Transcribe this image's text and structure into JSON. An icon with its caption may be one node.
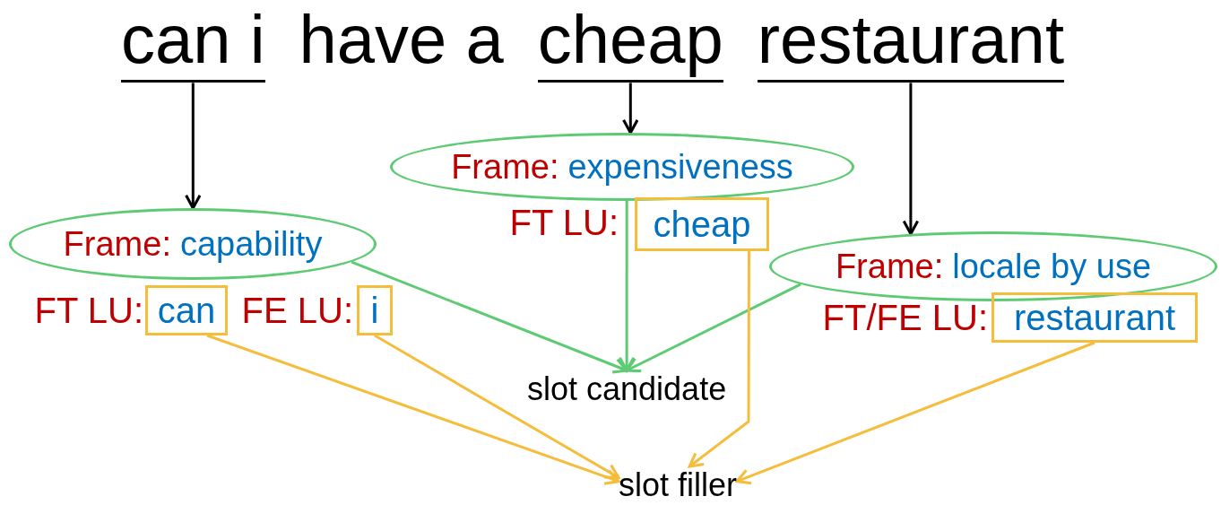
{
  "diagram": {
    "nodes": [
      {
        "text": [
          "can i"
        ]
      },
      {
        "text": [
          "cheap"
        ]
      },
      {
        "text": [
          "restaurant"
        ]
      },
      {
        "text": [
          "Frame:",
          "capability"
        ]
      },
      {
        "text": [
          "can"
        ],
        "beside": [
          "FT LU:"
        ]
      },
      {
        "text": [
          "i"
        ],
        "beside": [
          "FE LU:"
        ]
      },
      {
        "text": [
          "Frame:",
          "expensiveness"
        ]
      },
      {
        "text": [
          "cheap"
        ],
        "beside": [
          "FT LU:"
        ]
      },
      {
        "text": [
          "Frame:",
          "locale by use"
        ]
      },
      {
        "text": [
          "restaurant"
        ],
        "beside": [
          "FT/FE LU:"
        ]
      },
      {
        "text": [
          "slot candidate"
        ]
      },
      {
        "text": [
          "slot filler"
        ]
      }
    ],
    "edges": [
      {
        "from": 0,
        "to": 3,
        "arrow": "to",
        "color": "#000000"
      },
      {
        "from": 1,
        "to": 6,
        "arrow": "to",
        "color": "#000000"
      },
      {
        "from": 2,
        "to": 8,
        "arrow": "to",
        "color": "#000000"
      },
      {
        "from": 3,
        "to": 10,
        "arrow": "to",
        "color": "#5ecb74"
      },
      {
        "from": 6,
        "to": 10,
        "arrow": "to",
        "color": "#5ecb74"
      },
      {
        "from": 8,
        "to": 10,
        "arrow": "to",
        "color": "#5ecb74"
      },
      {
        "from": 4,
        "to": 11,
        "arrow": "to",
        "color": "#f5bd3c"
      },
      {
        "from": 5,
        "to": 11,
        "arrow": "to",
        "color": "#f5bd3c"
      },
      {
        "from": 7,
        "to": 11,
        "arrow": "to",
        "color": "#f5bd3c"
      },
      {
        "from": 9,
        "to": 11,
        "arrow": "to",
        "color": "#f5bd3c"
      }
    ],
    "labels": [
      "have a"
    ]
  }
}
